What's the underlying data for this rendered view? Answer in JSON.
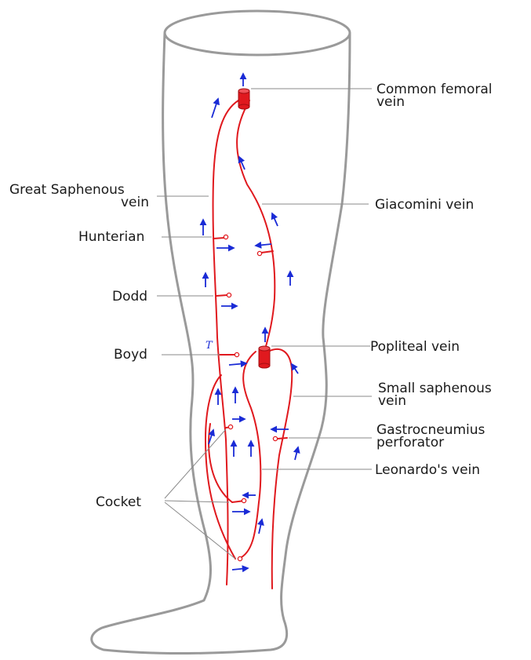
{
  "labels": {
    "common_femoral_1": "Common femoral",
    "common_femoral_2": "vein",
    "great_saphenous_1": "Great Saphenous",
    "great_saphenous_2": "vein",
    "giacomini": "Giacomini vein",
    "hunterian": "Hunterian",
    "dodd": "Dodd",
    "boyd": "Boyd",
    "popliteal": "Popliteal vein",
    "small_saphenous_1": "Small saphenous",
    "small_saphenous_2": "vein",
    "gastrocnemius_1": "Gastrocneumius",
    "gastrocnemius_2": "perforator",
    "leonardo": "Leonardo's vein",
    "cocket": "Cocket",
    "boyd_marker": "T"
  },
  "colors": {
    "vein": "#e0191e",
    "flow_arrow": "#1a2bd6",
    "leg_outline": "#9a9a9a"
  }
}
